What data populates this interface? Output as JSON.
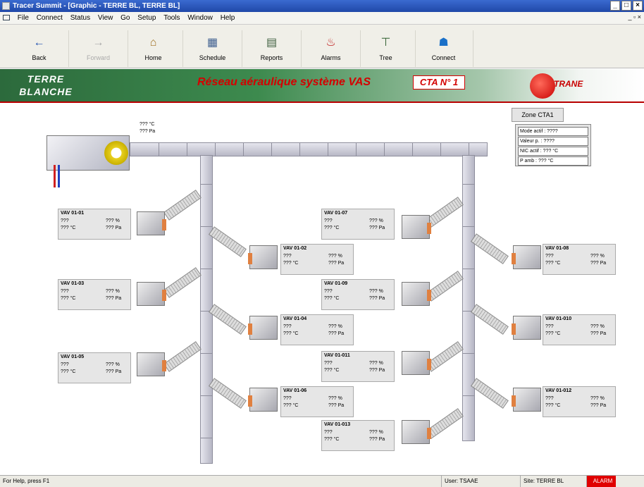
{
  "window": {
    "title": "Tracer Summit - [Graphic - TERRE BL, TERRE BL]",
    "min": "_",
    "max": "□",
    "close": "×"
  },
  "menu": [
    "File",
    "Connect",
    "Status",
    "View",
    "Go",
    "Setup",
    "Tools",
    "Window",
    "Help"
  ],
  "mdi": {
    "min": "_",
    "restore": "▫",
    "close": "×"
  },
  "toolbar": [
    {
      "label": "Back",
      "icon": "←",
      "disabled": false
    },
    {
      "label": "Forward",
      "icon": "→",
      "disabled": true
    },
    {
      "label": "Home",
      "icon": "⌂",
      "disabled": false
    },
    {
      "label": "Schedule",
      "icon": "▦",
      "disabled": false
    },
    {
      "label": "Reports",
      "icon": "▤",
      "disabled": false
    },
    {
      "label": "Alarms",
      "icon": "♨",
      "disabled": false
    },
    {
      "label": "Tree",
      "icon": "⊤",
      "disabled": false
    },
    {
      "label": "Connect",
      "icon": "☗",
      "disabled": false
    }
  ],
  "banner": {
    "logo_line1": "TERRE",
    "logo_line2": "BLANCHE",
    "title": "Réseau aéraulique système VAS",
    "cta": "CTA N° 1",
    "brand": "TRANE"
  },
  "colors": {
    "title": "#d40000",
    "banner": "#2c6a3c",
    "alarm": "#e00000"
  },
  "ahu": {
    "temp": "??? °C",
    "press": "??? Pa"
  },
  "zone": {
    "button": "Zone CTA1",
    "rows": [
      "Mode actif : ????",
      "Valeur p. : ????",
      "NIC actif : ??? °C",
      "P amb : ??? °C"
    ]
  },
  "vav_units": [
    {
      "name": "VAV 01-01",
      "v1": "???",
      "v2": "??? %",
      "v3": "???  °C",
      "v4": "??? Pa"
    },
    {
      "name": "VAV 01-02",
      "v1": "???",
      "v2": "??? %",
      "v3": "??? °C",
      "v4": "??? Pa"
    },
    {
      "name": "VAV 01-03",
      "v1": "???",
      "v2": "??? %",
      "v3": "??? °C",
      "v4": "??? Pa"
    },
    {
      "name": "VAV 01-04",
      "v1": "???",
      "v2": "??? %",
      "v3": "??? °C",
      "v4": "??? Pa"
    },
    {
      "name": "VAV 01-05",
      "v1": "???",
      "v2": "??? %",
      "v3": "??? °C",
      "v4": "??? Pa"
    },
    {
      "name": "VAV 01-06",
      "v1": "???",
      "v2": "??? %",
      "v3": "??? °C",
      "v4": "??? Pa"
    },
    {
      "name": "VAV 01-07",
      "v1": "???",
      "v2": "??? %",
      "v3": "??? °C",
      "v4": "??? Pa"
    },
    {
      "name": "VAV 01-08",
      "v1": "???",
      "v2": "??? %",
      "v3": "??? °C",
      "v4": "??? Pa"
    },
    {
      "name": "VAV 01-09",
      "v1": "???",
      "v2": "??? %",
      "v3": "??? °C",
      "v4": "??? Pa"
    },
    {
      "name": "VAV 01-010",
      "v1": "???",
      "v2": "??? %",
      "v3": "??? °C",
      "v4": "??? Pa"
    },
    {
      "name": "VAV 01-011",
      "v1": "???",
      "v2": "??? %",
      "v3": "??? °C",
      "v4": "??? Pa"
    },
    {
      "name": "VAV 01-012",
      "v1": "???",
      "v2": "??? %",
      "v3": "??? °C",
      "v4": "??? Pa"
    },
    {
      "name": "VAV 01-013",
      "v1": "???",
      "v2": "??? %",
      "v3": "??? °C",
      "v4": "??? Pa"
    }
  ],
  "status": {
    "help": "For Help, press F1",
    "user": "User: TSAAE",
    "site": "Site: TERRE BL",
    "alarm": "ALARM"
  }
}
